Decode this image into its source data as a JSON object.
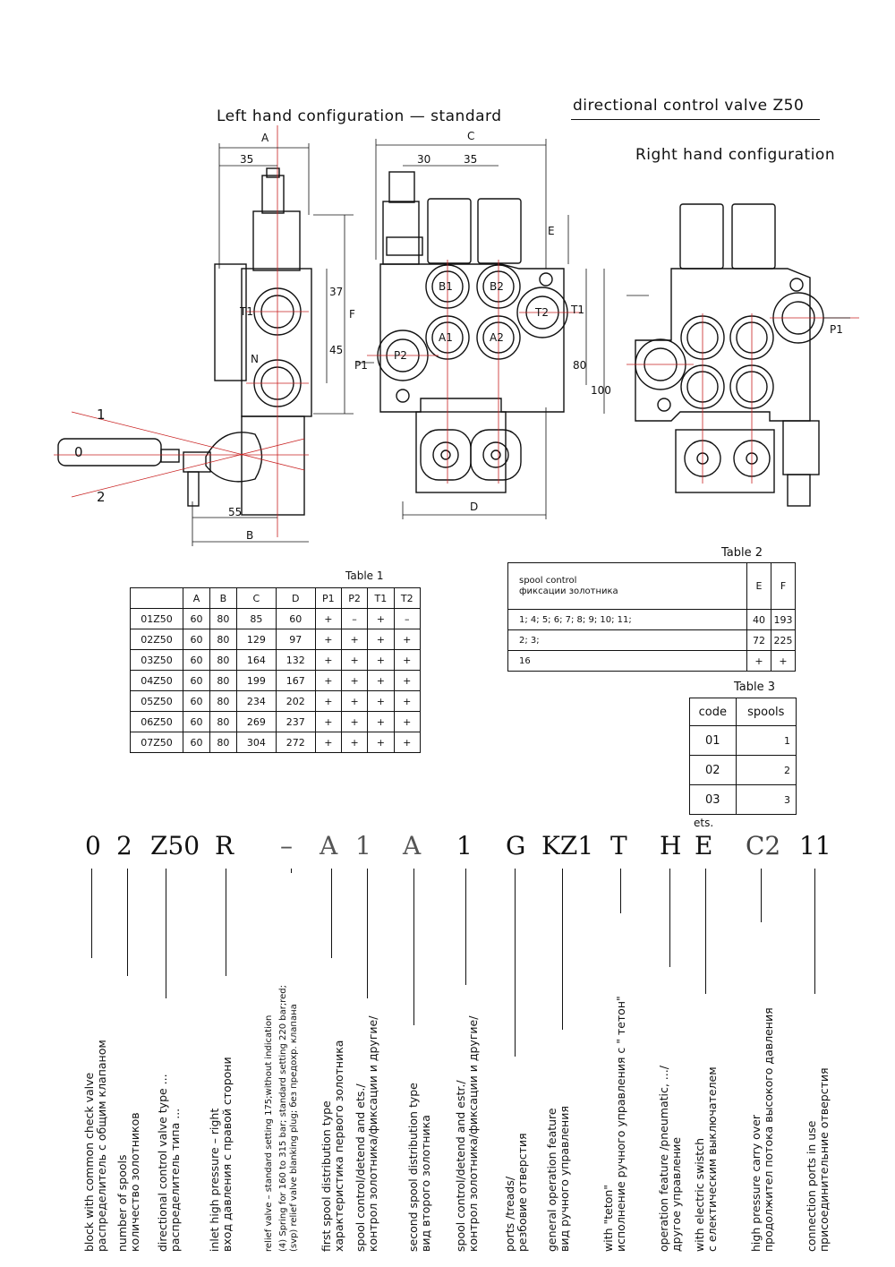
{
  "titles": {
    "left_config": "Left hand configuration — standard",
    "product": "directional control valve Z50",
    "right_config": "Right hand configuration"
  },
  "drawing_labels": {
    "A": "A",
    "B": "B",
    "C": "C",
    "D": "D",
    "E": "E",
    "F": "F",
    "dim_35a": "35",
    "dim_30": "30",
    "dim_35b": "35",
    "dim_37": "37",
    "dim_45": "45",
    "dim_55": "55",
    "dim_80": "80",
    "dim_100": "100",
    "T1": "T1",
    "N": "N",
    "P1": "P1",
    "P2": "P2",
    "T2": "T2",
    "B1": "B1",
    "B2": "B2",
    "A1": "A1",
    "A2": "A2",
    "lever_0": "0",
    "lever_1": "1",
    "lever_2": "2"
  },
  "table1": {
    "caption": "Table 1",
    "headers": [
      "",
      "A",
      "B",
      "C",
      "D",
      "P1",
      "P2",
      "T1",
      "T2"
    ],
    "rows": [
      [
        "01Z50",
        "60",
        "80",
        "85",
        "60",
        "+",
        "–",
        "+",
        "–"
      ],
      [
        "02Z50",
        "60",
        "80",
        "129",
        "97",
        "+",
        "+",
        "+",
        "+"
      ],
      [
        "03Z50",
        "60",
        "80",
        "164",
        "132",
        "+",
        "+",
        "+",
        "+"
      ],
      [
        "04Z50",
        "60",
        "80",
        "199",
        "167",
        "+",
        "+",
        "+",
        "+"
      ],
      [
        "05Z50",
        "60",
        "80",
        "234",
        "202",
        "+",
        "+",
        "+",
        "+"
      ],
      [
        "06Z50",
        "60",
        "80",
        "269",
        "237",
        "+",
        "+",
        "+",
        "+"
      ],
      [
        "07Z50",
        "60",
        "80",
        "304",
        "272",
        "+",
        "+",
        "+",
        "+"
      ]
    ]
  },
  "table2": {
    "caption": "Table 2",
    "head_en": "spool control",
    "head_ru": "фиксации золотника",
    "col_e": "E",
    "col_f": "F",
    "rows": [
      [
        "1;  4;  5;  6;  7;  8;  9;  10;  11;",
        "40",
        "193"
      ],
      [
        "2;  3;",
        "72",
        "225"
      ],
      [
        "16",
        "+",
        "+"
      ]
    ]
  },
  "table3": {
    "caption": "Table 3",
    "headers": [
      "code",
      "spools"
    ],
    "rows": [
      [
        "01",
        "1"
      ],
      [
        "02",
        "2"
      ],
      [
        "03",
        "3"
      ]
    ],
    "footnote": "ets."
  },
  "code_parts": [
    "0",
    "2",
    "Z50",
    "R",
    "–",
    "A",
    "1",
    "A",
    "1",
    "G",
    "KZ1",
    "T",
    "H",
    "E",
    "C2",
    "11"
  ],
  "descriptions": [
    {
      "en": "block with common check valve",
      "ru": "распределитель с общим клапаном"
    },
    {
      "en": "number of spools",
      "ru": "количество золотников"
    },
    {
      "en": "directional control valve type ...",
      "ru": "распределитель типа ..."
    },
    {
      "en": "inlet high pressure – right",
      "ru": "вход давления с правой сторони"
    },
    {
      "l1": "relief valve – standard setting 175;without indication",
      "l2": "(4) Spring for 160 to 315 bar; standard setting 220 bar;red;",
      "l3": "(svp) relief valve blanking plug; без предохр. клапана"
    },
    {
      "en": "first spool distribution type",
      "ru": "характеристика первого золотника"
    },
    {
      "en": "spool control/detend and ets./",
      "ru": "контрол золотника/фиксации и другие/"
    },
    {
      "en": "second spool distribution type",
      "ru": "вид второго золотника"
    },
    {
      "en": "spool control/detend and estr./",
      "ru": "контрол золотника/фиксации и другие/"
    },
    {
      "en": "ports /treads/",
      "ru": "резбовие отверстия"
    },
    {
      "en": "general operation feature",
      "ru": "вид ручного управления"
    },
    {
      "en": "with \"teton\"",
      "ru": "исполнение ручного управления с \" тетон\""
    },
    {
      "en": "operation feature /pneumatic, .../",
      "ru": "другое управление"
    },
    {
      "en": "with electric swistch",
      "ru": "с електическим выключателем"
    },
    {
      "en": "high pressure carry over",
      "ru": "продолжител потока высокого давления"
    },
    {
      "en": "connection ports in use",
      "ru": "присоединительние отверстия"
    }
  ]
}
